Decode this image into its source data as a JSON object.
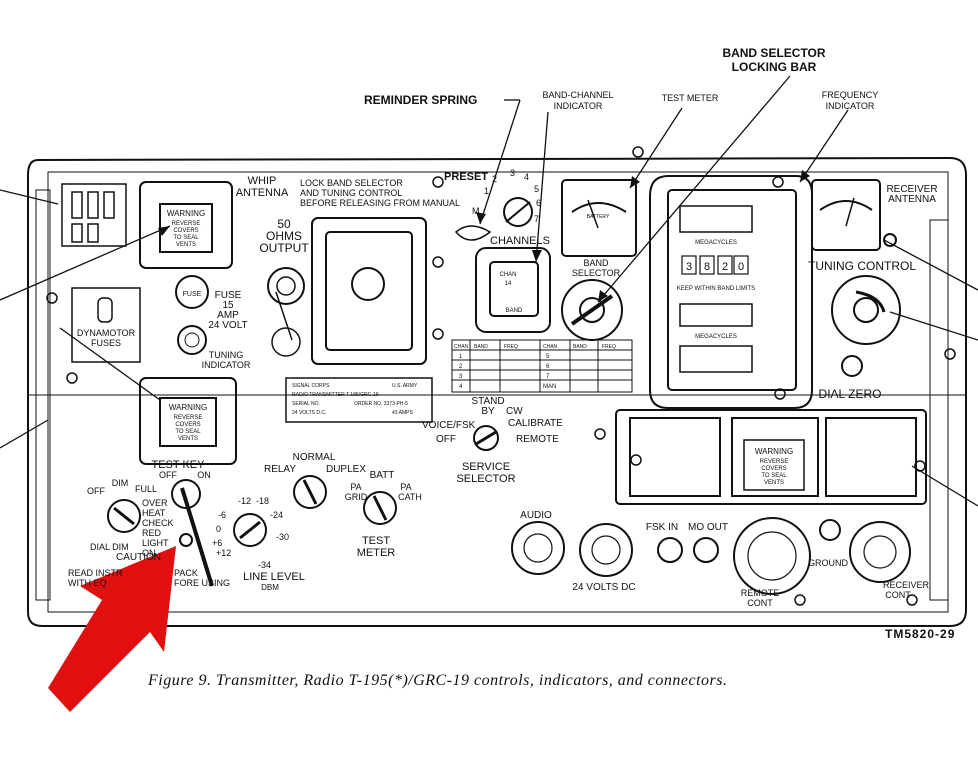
{
  "callouts": {
    "band_selector_locking_bar": [
      "BAND SELECTOR",
      "LOCKING BAR"
    ],
    "reminder_spring": "REMINDER SPRING",
    "band_channel_indicator": [
      "BAND-CHANNEL",
      "INDICATOR"
    ],
    "test_meter": "TEST METER",
    "frequency_indicator": [
      "FREQUENCY",
      "INDICATOR"
    ],
    "receiver_antenna": [
      "RECEIVER",
      "ANTENNA"
    ],
    "tuning_control": "TUNING CONTROL",
    "dial_zero": "DIAL ZERO"
  },
  "panel_labels": {
    "whip_antenna": [
      "WHIP",
      "ANTENNA"
    ],
    "lock_note": [
      "LOCK BAND SELECTOR",
      "AND TUNING CONTROL",
      "BEFORE RELEASING FROM MANUAL"
    ],
    "preset": "PRESET",
    "channels": "CHANNELS",
    "band_selector": [
      "BAND",
      "SELECTOR"
    ],
    "ohms_output": [
      "50",
      "OHMS",
      "OUTPUT"
    ],
    "fuse": [
      "FUSE",
      "15",
      "AMP",
      "24 VOLT"
    ],
    "fuse_small": "FUSE",
    "tuning_indicator": [
      "TUNING",
      "INDICATOR"
    ],
    "dynamotor_fuses": [
      "DYNAMOTOR",
      "FUSES"
    ],
    "warning_box": [
      "WARNING",
      "REVERSE",
      "COVERS",
      "TO SEAL",
      "VENTS"
    ],
    "megacycles": "MEGACYCLES",
    "keep_within": "KEEP WITHIN BAND LIMITS",
    "freq_digits": [
      "3",
      "8",
      "2",
      "0"
    ],
    "test_key": [
      "TEST KEY",
      "OFF",
      "ON"
    ],
    "dim_switch": [
      "DIM",
      "OFF",
      "FULL"
    ],
    "overheat": [
      "OVER",
      "HEAT",
      "CHECK",
      "RED",
      "LIGHT",
      "ON"
    ],
    "dial_dim": "DIAL DIM",
    "caution": "CAUTION",
    "read_instr": [
      "READ INSTR",
      "WITH EQ",
      "PACK",
      "FORE USING"
    ],
    "line_level_scale": [
      "-12",
      "-18",
      "-6",
      "-24",
      "0",
      "-30",
      "+6",
      "+12",
      "-34"
    ],
    "line_level": [
      "LINE LEVEL",
      "DBM"
    ],
    "relay_switch": [
      "NORMAL",
      "RELAY",
      "DUPLEX"
    ],
    "test_meter_switch": [
      "BATT",
      "PA",
      "GRID",
      "PA",
      "CATH",
      "TEST",
      "METER"
    ],
    "service_selector": [
      "STAND",
      "BY",
      "CW",
      "VOICE/FSK",
      "CALIBRATE",
      "OFF",
      "REMOTE",
      "SERVICE",
      "SELECTOR"
    ],
    "audio": "AUDIO",
    "volts_dc": "24 VOLTS DC",
    "fsk_in": "FSK IN",
    "mo_out": "MO OUT",
    "remote_cont": [
      "REMOTE",
      "CONT"
    ],
    "ground": "GROUND",
    "receiver_cont": [
      "RECEIVER",
      "CONT"
    ],
    "channel_table_header": [
      "CHAN",
      "BAND",
      "FREQ",
      "CHAN",
      "BAND",
      "FREQ"
    ],
    "channel_rows": [
      [
        "1",
        "5"
      ],
      [
        "2",
        "6"
      ],
      [
        "3",
        "7"
      ],
      [
        "4",
        "MAN"
      ]
    ],
    "preset_numbers": [
      "1",
      "2",
      "3",
      "4",
      "5",
      "6",
      "7",
      "M"
    ],
    "nameplate": [
      "SIGNAL CORPS",
      "U.S. ARMY",
      "RADIO TRANSMITTER T-195/GRC-19",
      "SERIAL NO.",
      "ORDER NO. 3373-PH-5",
      "24 VOLTS D.C.",
      "43 AMPS"
    ],
    "band_channel_window": [
      "CHAN",
      "14",
      "BAND"
    ],
    "meter_scale": "BATTERY"
  },
  "figure_number": "TM5820-29",
  "caption": "Figure 9. Transmitter, Radio T-195(*)/GRC-19 controls, indicators, and connectors.",
  "colors": {
    "line": "#111111",
    "arrow": "#e01010",
    "paper": "#ffffff"
  }
}
